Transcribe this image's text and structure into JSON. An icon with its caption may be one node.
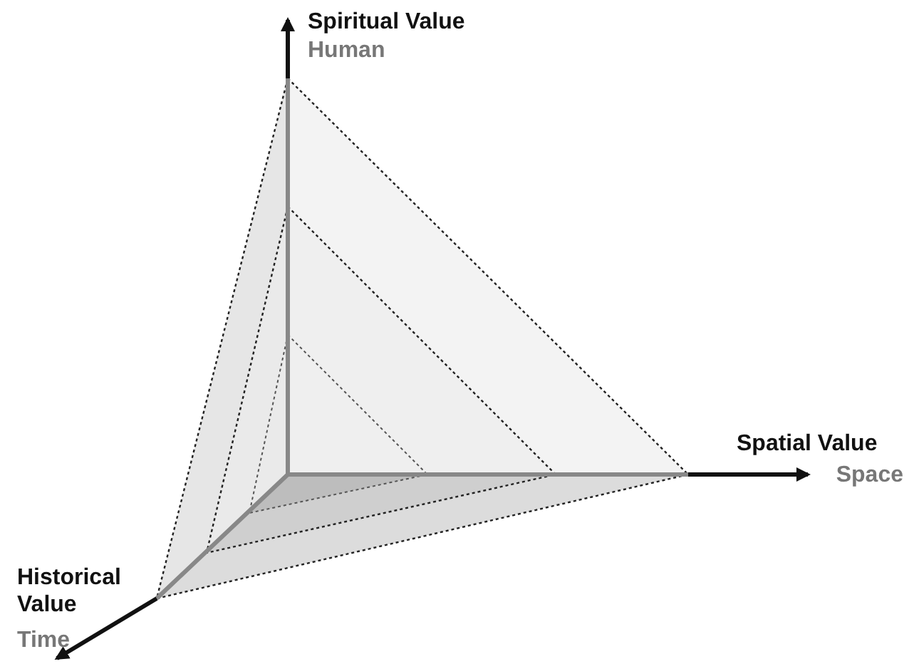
{
  "diagram": {
    "labels": [
      "Spiritual Value",
      "Human",
      "Spatial Value",
      "Space",
      "Historical Value",
      "Time"
    ]
  }
}
